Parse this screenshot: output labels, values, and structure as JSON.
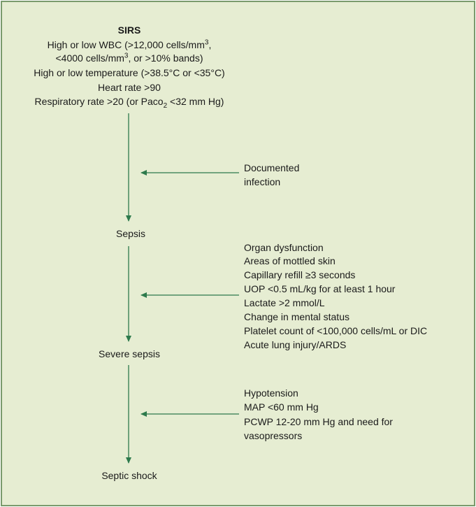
{
  "colors": {
    "background": "#e6edd2",
    "border": "#7a9a6c",
    "arrow": "#2d7a4c",
    "text": "#1a1a1a"
  },
  "sirs": {
    "title": "SIRS",
    "wbc_line1_a": "High or low WBC (>12,000 cells/mm",
    "wbc_line1_sup": "3",
    "wbc_line1_b": ",",
    "wbc_line2_a": "<4000 cells/mm",
    "wbc_line2_sup": "3",
    "wbc_line2_b": ", or >10% bands)",
    "temperature": "High or low temperature (>38.5°C or <35°C)",
    "heart_rate": "Heart rate >90",
    "resp_a": "Respiratory rate >20 (or Paco",
    "resp_sub": "2",
    "resp_b": " <32 mm Hg)"
  },
  "infection": {
    "line1": "Documented",
    "line2": "infection"
  },
  "sepsis": "Sepsis",
  "organ_dysfunction": [
    "Organ dysfunction",
    "Areas of mottled skin",
    "Capillary refill ≥3 seconds",
    "UOP <0.5 mL/kg for at least 1 hour",
    "Lactate >2 mmol/L",
    "Change in mental status",
    "Platelet count of <100,000 cells/mL or DIC",
    "Acute lung injury/ARDS"
  ],
  "severe_sepsis": "Severe sepsis",
  "hypotension": [
    "Hypotension",
    "MAP <60 mm Hg",
    "PCWP 12-20 mm Hg and need for",
    "vasopressors"
  ],
  "septic_shock": "Septic shock"
}
